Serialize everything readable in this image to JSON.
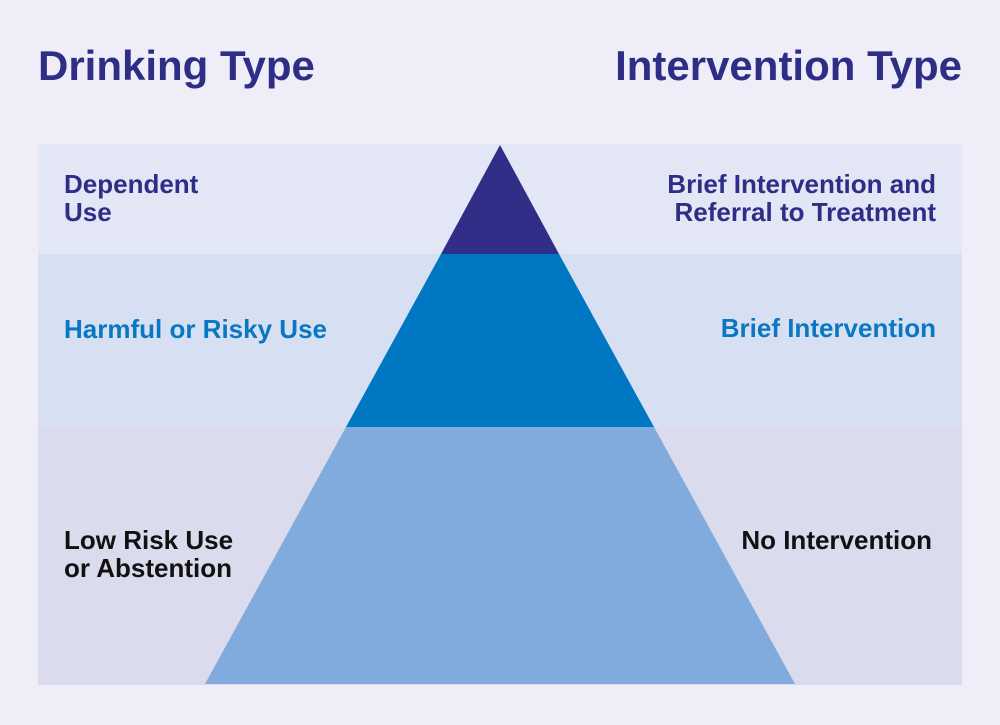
{
  "headers": {
    "drinking": "Drinking Type",
    "intervention": "Intervention Type"
  },
  "levels": {
    "top": {
      "drinking": "Dependent\nUse",
      "intervention": "Brief Intervention and\nReferral to Treatment",
      "fill": "#302e86"
    },
    "middle": {
      "drinking": "Harmful or Risky Use",
      "intervention": "Brief Intervention",
      "fill": "#0077c2"
    },
    "bottom": {
      "drinking": "Low Risk Use\nor Abstention",
      "intervention": "No Intervention",
      "fill": "#81abdc"
    }
  },
  "colors": {
    "heading": "#2e2e86",
    "background": "#efeef8"
  }
}
